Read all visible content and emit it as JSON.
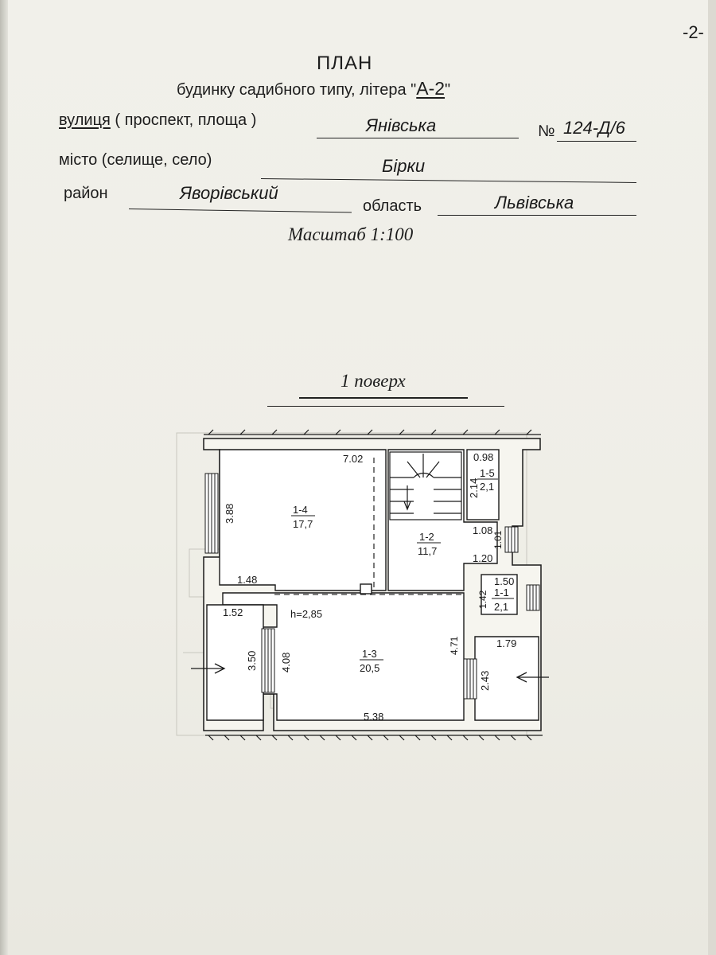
{
  "page_number": "-2-",
  "header": {
    "title": "ПЛАН",
    "subtitle_prefix": "будинку садибного типу, літера \"",
    "litera": "А-2",
    "subtitle_suffix": "\""
  },
  "fields": {
    "street_label_a": "вулиця",
    "street_label_b": " ( проспект, площа )",
    "street_value": "Янівська",
    "number_label": "№",
    "number_value": "124-Д/6",
    "city_label": "місто (селище, село)",
    "city_value": "Бірки",
    "district_label": "район",
    "district_value": "Яворівський",
    "region_label": "область",
    "region_value": "Львівська"
  },
  "scale": "Масштаб 1:100",
  "floor_title": "1 поверх",
  "plan": {
    "dims": {
      "d702": "7.02",
      "d098": "0.98",
      "d388": "3.88",
      "d214": "2.14",
      "d108": "1.08",
      "d101": "1.01",
      "d120": "1.20",
      "d148": "1.48",
      "d150": "1.50",
      "d142": "1.42",
      "d152": "1.52",
      "d471": "4.71",
      "d179": "1.79",
      "d350": "3.50",
      "d408": "4.08",
      "d243": "2.43",
      "d538": "5.38"
    },
    "height": "h=2,85",
    "rooms": [
      {
        "id": "1-4",
        "area": "17,7"
      },
      {
        "id": "1-2",
        "area": "11,7"
      },
      {
        "id": "1-5",
        "area": "2,1"
      },
      {
        "id": "1-1",
        "area": "2,1"
      },
      {
        "id": "1-3",
        "area": "20,5"
      }
    ]
  }
}
